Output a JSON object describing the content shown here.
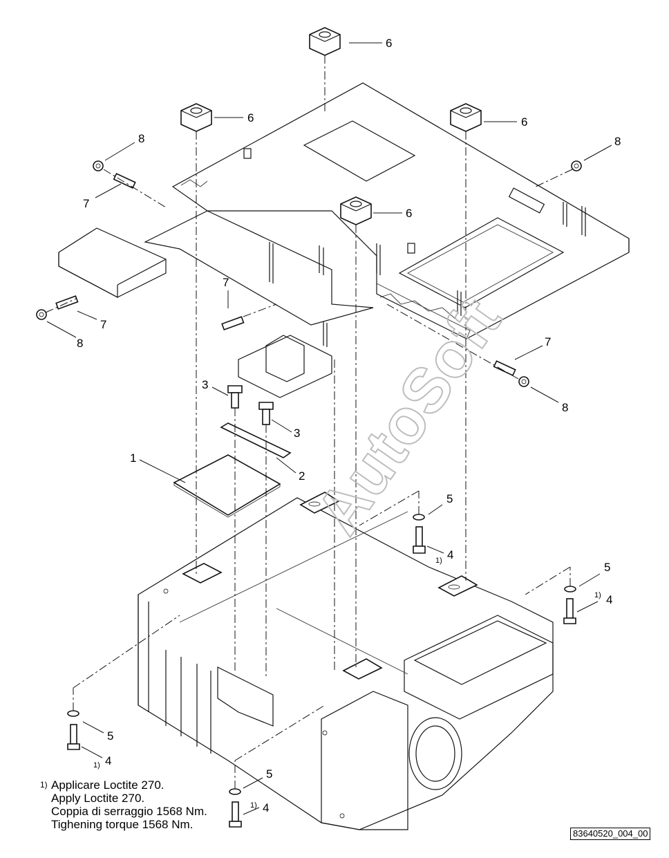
{
  "callouts": [
    {
      "key": "c6a",
      "label": "6"
    },
    {
      "key": "c6b",
      "label": "6"
    },
    {
      "key": "c6c",
      "label": "6"
    },
    {
      "key": "c6d",
      "label": "6"
    },
    {
      "key": "c8a",
      "label": "8"
    },
    {
      "key": "c8b",
      "label": "8"
    },
    {
      "key": "c8c",
      "label": "8"
    },
    {
      "key": "c8d",
      "label": "8"
    },
    {
      "key": "c7a",
      "label": "7"
    },
    {
      "key": "c7b",
      "label": "7"
    },
    {
      "key": "c7c",
      "label": "7"
    },
    {
      "key": "c7d",
      "label": "7"
    },
    {
      "key": "c3a",
      "label": "3"
    },
    {
      "key": "c3b",
      "label": "3"
    },
    {
      "key": "c1",
      "label": "1"
    },
    {
      "key": "c2",
      "label": "2"
    },
    {
      "key": "c5a",
      "label": "5"
    },
    {
      "key": "c5b",
      "label": "5"
    },
    {
      "key": "c5c",
      "label": "5"
    },
    {
      "key": "c5d",
      "label": "5"
    },
    {
      "key": "c4a",
      "label": "4"
    },
    {
      "key": "c4b",
      "label": "4"
    },
    {
      "key": "c4c",
      "label": "4"
    },
    {
      "key": "c4d",
      "label": "4"
    }
  ],
  "footnote_marker": "1)",
  "notes": {
    "marker": "1)",
    "lines": [
      "Applicare Loctite 270.",
      "Apply Loctite 270.",
      "Coppia di serraggio 1568 Nm.",
      "Tighening torque 1568 Nm."
    ]
  },
  "watermark": "AutoSoft",
  "document_id": "83640520_004_00"
}
